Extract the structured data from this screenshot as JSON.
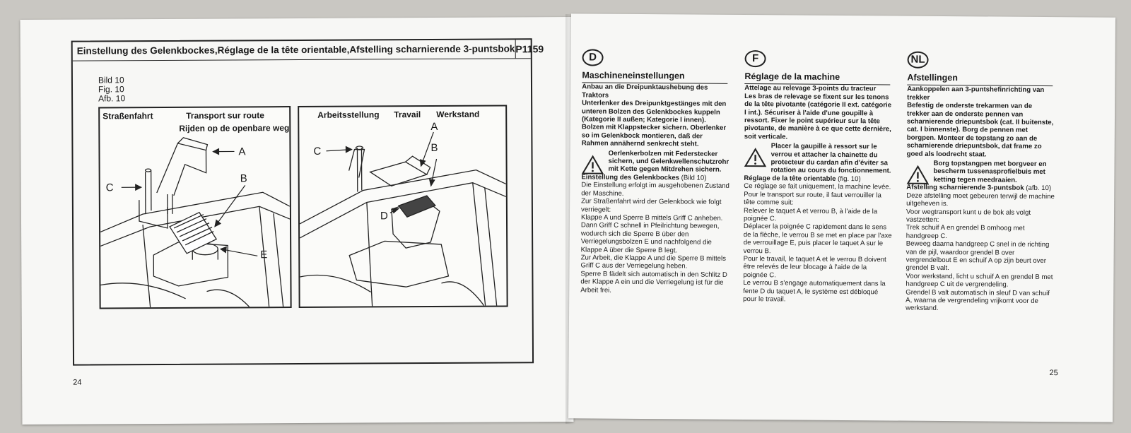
{
  "left_page": {
    "title": "Einstellung des Gelenkbockes,Réglage de la tête orientable,Afstelling scharnierende 3-puntsbok",
    "code": "P1159",
    "figure_refs": [
      "Bild  10",
      "Fig.  10",
      "Afb.  10"
    ],
    "fig1": {
      "label_de": "Straßenfahrt",
      "label_fr": "Transport sur route",
      "label_nl": "Rijden op de openbare weg",
      "callouts": [
        "A",
        "B",
        "C",
        "E"
      ]
    },
    "fig2": {
      "label_de": "Arbeitsstellung",
      "label_fr": "Travail",
      "label_nl": "Werkstand",
      "callouts": [
        "A",
        "B",
        "C",
        "D"
      ]
    },
    "page_number": "24"
  },
  "right_page": {
    "page_number": "25",
    "columns": [
      {
        "lang": "D",
        "heading": "Maschineneinstellungen",
        "intro_title": "Anbau an die Dreipunktaushebung des Traktors",
        "intro_body": "Unterlenker des Dreipunktgestänges mit den unteren Bolzen des Gelenkbockes kuppeln (Kategorie II außen; Kategorie I innen). Bolzen mit Klappstecker sichern. Oberlenker so im Gelenkbock montieren, daß der Rahmen annähernd senkrecht steht.",
        "warning": "Oerlenkerbolzen mit Federstecker sichern, und Gelenkwellenschutzrohr mit Kette gegen Mitdrehen sichern.",
        "section_title": "Einstellung des Gelenkbockes",
        "section_ref": "(Bild 10)",
        "section_body": [
          "Die Einstellung erfolgt im ausgehobenen Zustand der Maschine.",
          "Zur Straßenfahrt wird der Gelenkbock wie folgt verriegelt:",
          "Klappe A und Sperre B mittels Griff C anheben. Dann Griff C schnell in Pfeilrichtung bewegen, wodurch sich die Sperre B über den Verriegelungsbolzen E und nachfolgend die Klappe A über die Sperre B legt.",
          "Zur Arbeit, die Klappe A und die Sperre B mittels Griff C aus der Verriegelung heben.",
          "Sperre B fädelt sich automatisch in den Schlitz D der Klappe A ein und die Verriegelung ist für die Arbeit frei."
        ]
      },
      {
        "lang": "F",
        "heading": "Réglage de la machine",
        "intro_title": "Attelage au relevage 3-points du tracteur",
        "intro_body": "Les bras de relevage se fixent sur les tenons de la tête pivotante (catégorie II ext. catégorie I int.). Sécuriser à l'aide d'une goupille à ressort. Fixer le point supérieur sur la tête pivotante, de manière à ce que cette dernière, soit verticale.",
        "warning": "Placer la gaupille à ressort sur le verrou et attacher la chainette du protecteur du cardan afin d'éviter sa rotation au cours du fonctionnement.",
        "section_title": "Réglage de la tête orientable",
        "section_ref": "(fig. 10)",
        "section_body": [
          "Ce réglage se fait uniquement, la machine levée.",
          "Pour le transport sur route, il faut verrouiller la tête comme suit:",
          "Relever le taquet A et verrou B, à l'aide de la poignée C.",
          "Déplacer la poignée C rapidement dans le sens de la flèche, le verrou B se met en place par l'axe de verrouillage E, puis placer le taquet A sur le verrou B.",
          "Pour le travail, le taquet A et le verrou B doivent être relevés de leur blocage à l'aide de la poignée C.",
          "Le verrou B s'engage automatiquement dans la fente D du taquet A, le système est débloqué pour le travail."
        ]
      },
      {
        "lang": "NL",
        "heading": "Afstellingen",
        "intro_title": "Aankoppelen aan 3-puntshefinrichting van trekker",
        "intro_body": "Befestig de onderste trekarmen van de trekker aan de onderste pennen van scharnierende driepuntsbok (cat. II buitenste, cat. I binnenste). Borg de pennen met borgpen. Monteer de topstang zo aan de scharnierende driepuntsbok, dat frame zo goed als loodrecht staat.",
        "warning": "Borg topstangpen met borgveer en bescherm tussenasprofielbuis met ketting tegen meedraaien.",
        "section_title": "Afstelling scharnierende 3-puntsbok",
        "section_ref": "(afb. 10)",
        "section_body": [
          "Deze afstelling moet gebeuren terwijl de machine uitgeheven is.",
          "Voor wegtransport kunt u de bok als volgt vastzetten:",
          "Trek schuif A en grendel B omhoog met handgreep C.",
          "Beweeg daarna handgreep C snel in de richting van de pijl, waardoor grendel B over vergrendelbout E en schuif A op zijn beurt over grendel B valt.",
          "Voor werkstand, licht u schuif A en grendel B met handgreep C uit de vergrendeling.",
          "Grendel B valt automatisch in sleuf D van schuif A, waarna de vergrendeling vrijkomt voor de werkstand."
        ]
      }
    ]
  }
}
